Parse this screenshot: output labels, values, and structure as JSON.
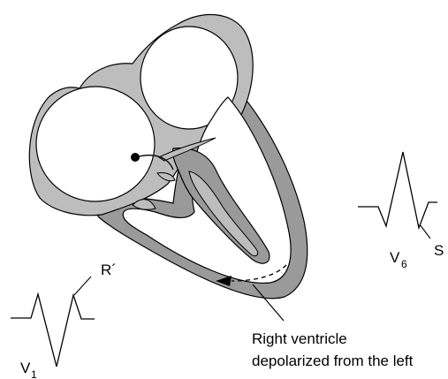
{
  "colors": {
    "wall_outer": "#9a9a9a",
    "wall_light": "#bdbdbd",
    "outline": "#000000",
    "background": "#ffffff"
  },
  "labels": {
    "r_prime": "R´",
    "v6_letter": "V",
    "v6_sub": "6",
    "s_wave": "S",
    "v1_letter": "V",
    "v1_sub": "1",
    "caption_line1": "Right ventricle",
    "caption_line2": "depolarized from the left"
  },
  "icons": {
    "origin_marker": "filled-dot",
    "activation_arrow": "dashed-arrow"
  }
}
